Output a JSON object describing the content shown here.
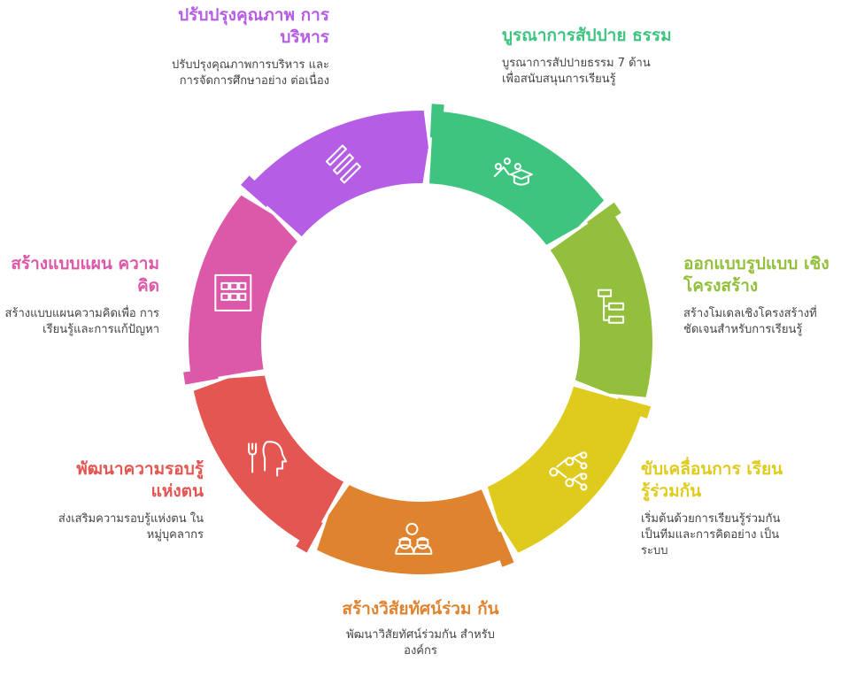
{
  "segments": [
    {
      "id": "green",
      "title": "บูรณาการสัปปาย ธรรม",
      "desc": "บูรณาการสัปปายธรรม 7 ด้านเพื่อสนับสนุนการเรียนรู้",
      "color": "#3ec47f",
      "icon": "graduation-cap-icon"
    },
    {
      "id": "lime",
      "title": "ออกแบบรูปแบบ เชิงโครงสร้าง",
      "desc": "สร้างโมเดลเชิงโครงสร้างที่ชัดเจนสำหรับการเรียนรู้",
      "color": "#93bf3c",
      "icon": "hierarchy-icon"
    },
    {
      "id": "yellow",
      "title": "ขับเคลื่อนการ เรียนรู้ร่วมกัน",
      "desc": "เริ่มต้นด้วยการเรียนรู้ร่วมกัน เป็นทีมและการคิดอย่าง เป็นระบบ",
      "color": "#dfcb1d",
      "icon": "network-icon"
    },
    {
      "id": "orange",
      "title": "สร้างวิสัยทัศน์ร่วม กัน",
      "desc": "พัฒนาวิสัยทัศน์ร่วมกัน สำหรับองค์กร",
      "color": "#e0832f",
      "icon": "team-icon"
    },
    {
      "id": "red",
      "title": "พัฒนาความรอบรู้ แห่งตน",
      "desc": "ส่งเสริมความรอบรู้แห่งตน ในหมู่บุคลากร",
      "color": "#e35651",
      "icon": "head-idea-icon"
    },
    {
      "id": "pink",
      "title": "สร้างแบบแผน ความคิด",
      "desc": "สร้างแบบแผนความคิดเพื่อ การเรียนรู้และการแก้ปัญหา",
      "color": "#dc58a9",
      "icon": "grid-icon"
    },
    {
      "id": "purple",
      "title": "ปรับปรุงคุณภาพ การบริหาร",
      "desc": "ปรับปรุงคุณภาพการบริหาร และการจัดการศึกษาอย่าง ต่อเนื่อง",
      "color": "#b65de5",
      "icon": "pencils-icon"
    }
  ]
}
